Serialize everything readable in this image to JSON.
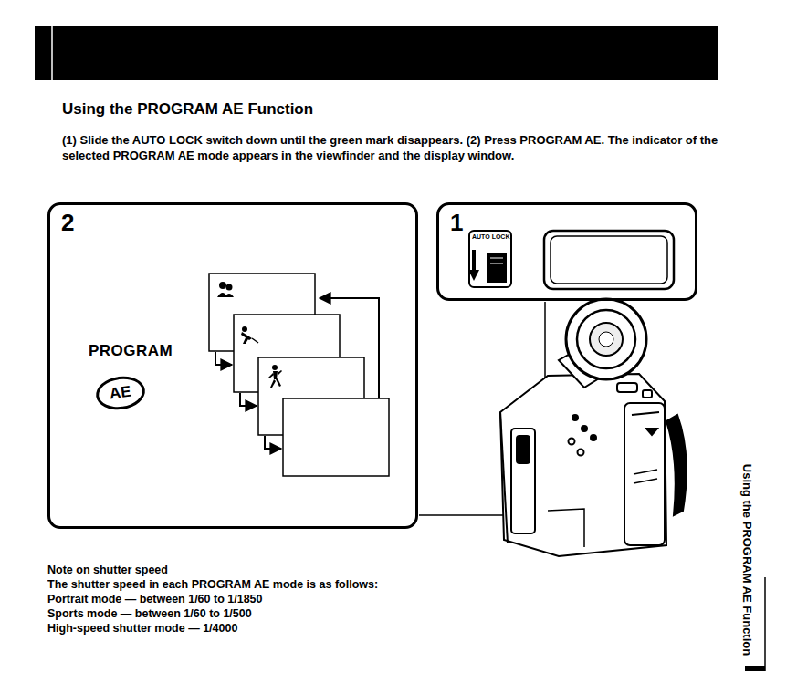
{
  "diagram": {
    "title": "Using the PROGRAM AE Function",
    "nodes": [
      {
        "text": [
          "2"
        ]
      },
      {
        "text": [
          "PROGRAM",
          "AE"
        ],
        "in": 0
      },
      {
        "text": [
          "1"
        ]
      },
      {
        "text": [
          "AUTO LOCK"
        ],
        "in": 2
      }
    ],
    "labels": [
      "(1) Slide the AUTO LOCK switch down until the green mark disappears. (2) Press PROGRAM AE. The indicator of the selected PROGRAM AE mode appears in the viewfinder and the display window.",
      "Note on shutter speed",
      "The shutter speed in each PROGRAM AE mode is as follows:",
      "Portrait mode — between 1/60 to 1/1850",
      "Sports mode — between 1/60 to 1/500",
      "High-speed shutter mode — 1/4000",
      "Using the PROGRAM AE Function"
    ]
  }
}
